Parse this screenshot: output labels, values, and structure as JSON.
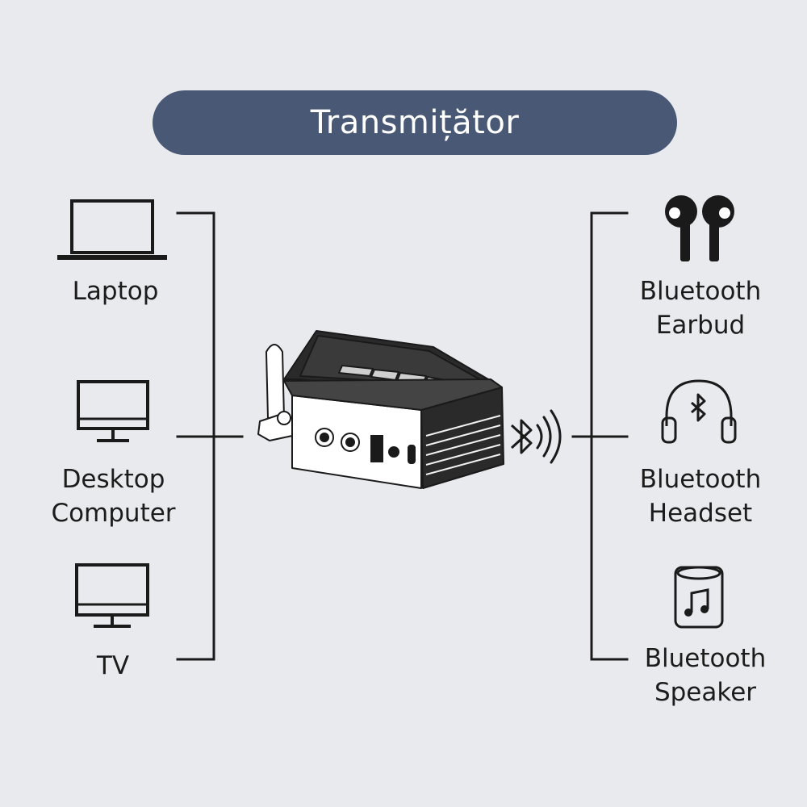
{
  "header": {
    "title": "Transmițător"
  },
  "sources": [
    {
      "id": "laptop",
      "icon": "laptop-icon",
      "lines": [
        "Laptop"
      ]
    },
    {
      "id": "desktop",
      "icon": "desktop-monitor-icon",
      "lines": [
        "Desktop",
        "Computer"
      ]
    },
    {
      "id": "tv",
      "icon": "tv-icon",
      "lines": [
        "TV"
      ]
    }
  ],
  "outputs": [
    {
      "id": "earbud",
      "icon": "earbuds-icon",
      "lines": [
        "Bluetooth",
        "Earbud"
      ]
    },
    {
      "id": "headset",
      "icon": "bluetooth-headset-icon",
      "lines": [
        "Bluetooth",
        "Headset"
      ]
    },
    {
      "id": "speaker",
      "icon": "speaker-music-icon",
      "lines": [
        "Bluetooth",
        "Speaker"
      ]
    }
  ],
  "device": {
    "icon": "bluetooth-transmitter-device",
    "signal_icon": "bluetooth-signal-icon"
  },
  "colors": {
    "background": "#e9eaee",
    "banner": "#485875",
    "line": "#1a1a1a"
  }
}
